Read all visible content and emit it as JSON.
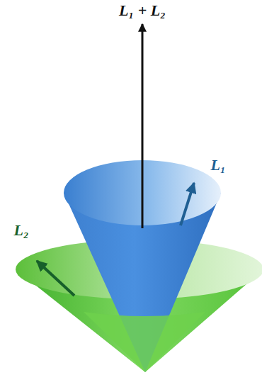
{
  "diagram": {
    "labels": [
      "L₁ + L₂",
      "L₁",
      "L₂"
    ]
  }
}
